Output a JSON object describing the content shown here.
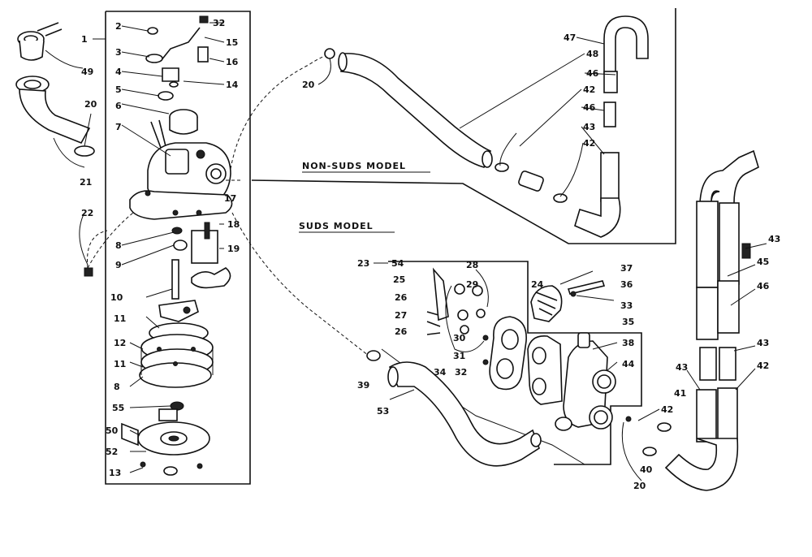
{
  "diagram": {
    "section_titles": {
      "non_suds": "NON-SUDS MODEL",
      "suds": "SUDS MODEL"
    },
    "callouts": [
      "2",
      "32",
      "15",
      "16",
      "3",
      "14",
      "4",
      "5",
      "6",
      "7",
      "1",
      "49",
      "20",
      "21",
      "22",
      "8",
      "9",
      "17",
      "18",
      "19",
      "10",
      "11",
      "12",
      "11",
      "8",
      "55",
      "50",
      "52",
      "13",
      "20",
      "47",
      "48",
      "46",
      "42",
      "46",
      "43",
      "42",
      "23",
      "54",
      "25",
      "26",
      "27",
      "26",
      "28",
      "29",
      "30",
      "31",
      "32",
      "34",
      "24",
      "37",
      "36",
      "33",
      "35",
      "38",
      "44",
      "43",
      "45",
      "46",
      "43",
      "43",
      "42",
      "41",
      "42",
      "40",
      "20",
      "39",
      "53"
    ]
  }
}
